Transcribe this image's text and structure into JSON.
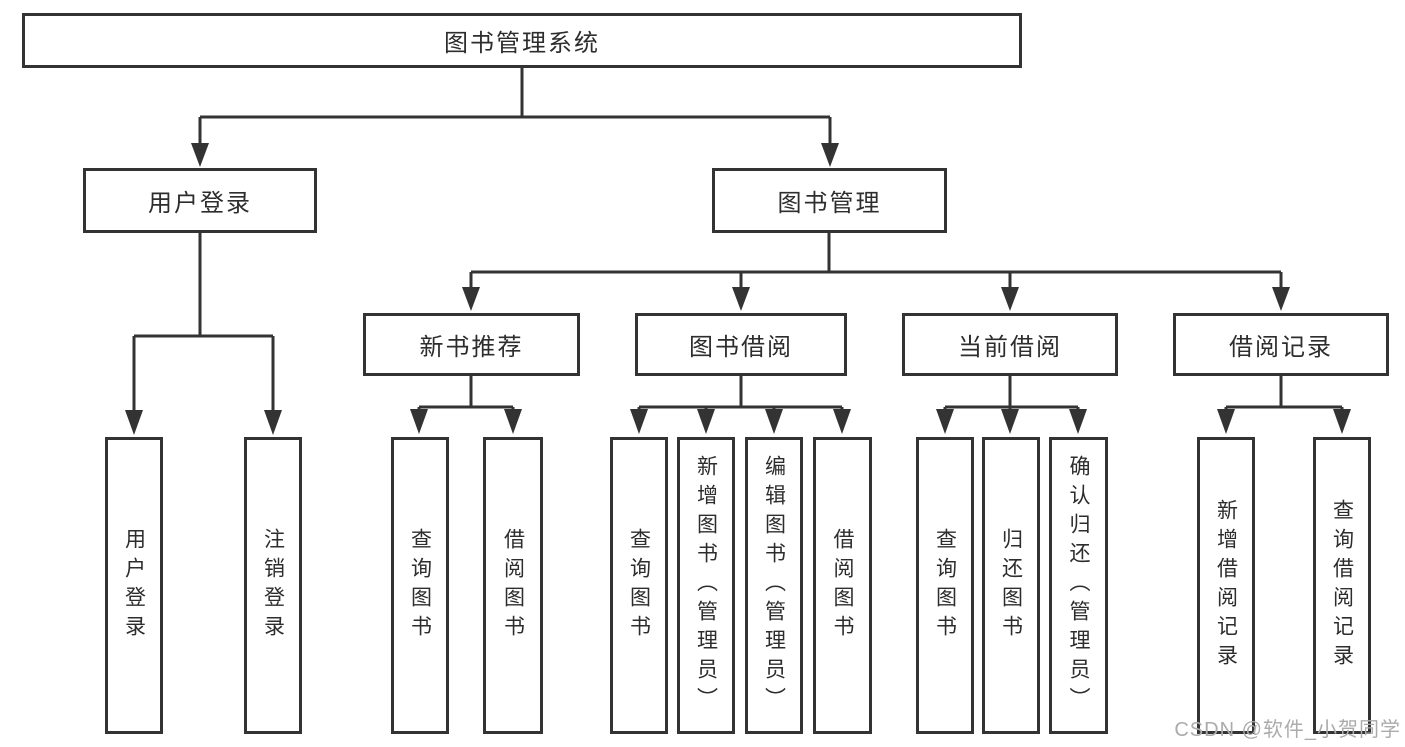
{
  "diagram": {
    "root": {
      "label": "图书管理系统"
    },
    "branches": [
      {
        "label": "用户登录"
      },
      {
        "label": "图书管理"
      }
    ],
    "modules": [
      {
        "label": "新书推荐",
        "parent": "图书管理"
      },
      {
        "label": "图书借阅",
        "parent": "图书管理"
      },
      {
        "label": "当前借阅",
        "parent": "图书管理"
      },
      {
        "label": "借阅记录",
        "parent": "图书管理"
      }
    ],
    "leaves": [
      {
        "label": "用户登录",
        "parent": "用户登录"
      },
      {
        "label": "注销登录",
        "parent": "用户登录"
      },
      {
        "label": "查询图书",
        "parent": "新书推荐"
      },
      {
        "label": "借阅图书",
        "parent": "新书推荐"
      },
      {
        "label": "查询图书",
        "parent": "图书借阅"
      },
      {
        "label": "新增图书（管理员）",
        "parent": "图书借阅"
      },
      {
        "label": "编辑图书（管理员）",
        "parent": "图书借阅"
      },
      {
        "label": "借阅图书",
        "parent": "图书借阅"
      },
      {
        "label": "查询图书",
        "parent": "当前借阅"
      },
      {
        "label": "归还图书",
        "parent": "当前借阅"
      },
      {
        "label": "确认归还（管理员）",
        "parent": "当前借阅"
      },
      {
        "label": "新增借阅记录",
        "parent": "借阅记录"
      },
      {
        "label": "查询借阅记录",
        "parent": "借阅记录"
      }
    ]
  },
  "watermark": {
    "text": "CSDN @软件_小贺同学"
  },
  "colors": {
    "line": "#333333",
    "text": "#2d2d2d",
    "background": "#ffffff",
    "watermark": "#ababab"
  }
}
